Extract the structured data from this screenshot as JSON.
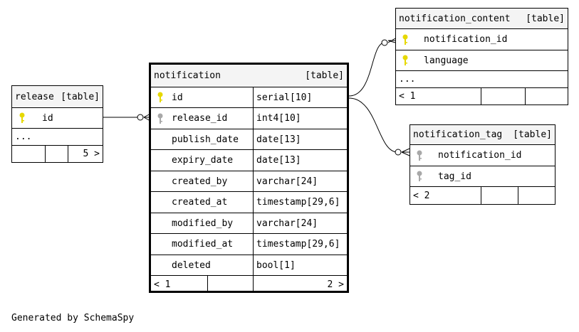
{
  "release": {
    "name": "release",
    "tag": "[table]",
    "columns": [
      {
        "name": "id",
        "key": "primary"
      }
    ],
    "more": "...",
    "footer_right": "5 >"
  },
  "notification": {
    "name": "notification",
    "tag": "[table]",
    "columns": [
      {
        "name": "id",
        "type": "serial[10]",
        "key": "primary"
      },
      {
        "name": "release_id",
        "type": "int4[10]",
        "key": "foreign"
      },
      {
        "name": "publish_date",
        "type": "date[13]",
        "key": ""
      },
      {
        "name": "expiry_date",
        "type": "date[13]",
        "key": ""
      },
      {
        "name": "created_by",
        "type": "varchar[24]",
        "key": ""
      },
      {
        "name": "created_at",
        "type": "timestamp[29,6]",
        "key": ""
      },
      {
        "name": "modified_by",
        "type": "varchar[24]",
        "key": ""
      },
      {
        "name": "modified_at",
        "type": "timestamp[29,6]",
        "key": ""
      },
      {
        "name": "deleted",
        "type": "bool[1]",
        "key": ""
      }
    ],
    "footer_left": "< 1",
    "footer_right": "2 >"
  },
  "notification_content": {
    "name": "notification_content",
    "tag": "[table]",
    "columns": [
      {
        "name": "notification_id",
        "key": "primary"
      },
      {
        "name": "language",
        "key": "primary"
      }
    ],
    "more": "...",
    "footer_left": "< 1"
  },
  "notification_tag": {
    "name": "notification_tag",
    "tag": "[table]",
    "columns": [
      {
        "name": "notification_id",
        "key": "foreign"
      },
      {
        "name": "tag_id",
        "key": "foreign"
      }
    ],
    "footer_left": "< 2"
  },
  "generated_by": "Generated by SchemaSpy",
  "colors": {
    "primary_key": "#e6d800",
    "foreign_key": "#a8a8a8",
    "header_bg": "#f4f4f4"
  }
}
